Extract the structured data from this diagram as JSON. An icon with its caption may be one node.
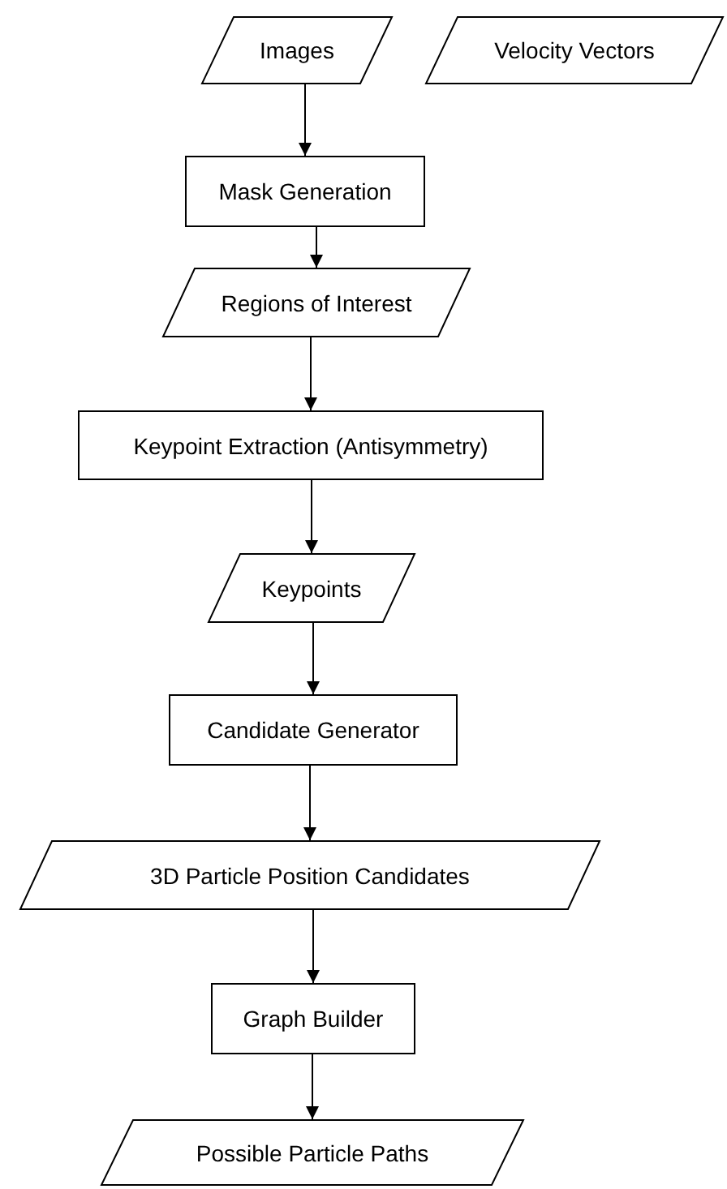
{
  "diagram": {
    "nodes": [
      {
        "text": [
          "Images"
        ]
      },
      {
        "text": [
          "Velocity Vectors"
        ]
      },
      {
        "text": [
          "Mask Generation"
        ]
      },
      {
        "text": [
          "Regions of Interest"
        ]
      },
      {
        "text": [
          "Keypoint Extraction (Antisymmetry)"
        ]
      },
      {
        "text": [
          "Keypoints"
        ]
      },
      {
        "text": [
          "Candidate Generator"
        ]
      },
      {
        "text": [
          "3D Particle Position Candidates"
        ]
      },
      {
        "text": [
          "Graph Builder"
        ]
      },
      {
        "text": [
          "Possible Particle Paths"
        ]
      }
    ],
    "edges": [
      {
        "from": 0,
        "to": 2,
        "arrow": "to"
      },
      {
        "from": 2,
        "to": 3,
        "arrow": "to"
      },
      {
        "from": 3,
        "to": 4,
        "arrow": "to"
      },
      {
        "from": 4,
        "to": 5,
        "arrow": "to"
      },
      {
        "from": 5,
        "to": 6,
        "arrow": "to"
      },
      {
        "from": 6,
        "to": 7,
        "arrow": "to"
      },
      {
        "from": 7,
        "to": 8,
        "arrow": "to"
      },
      {
        "from": 8,
        "to": 9,
        "arrow": "to"
      }
    ]
  }
}
